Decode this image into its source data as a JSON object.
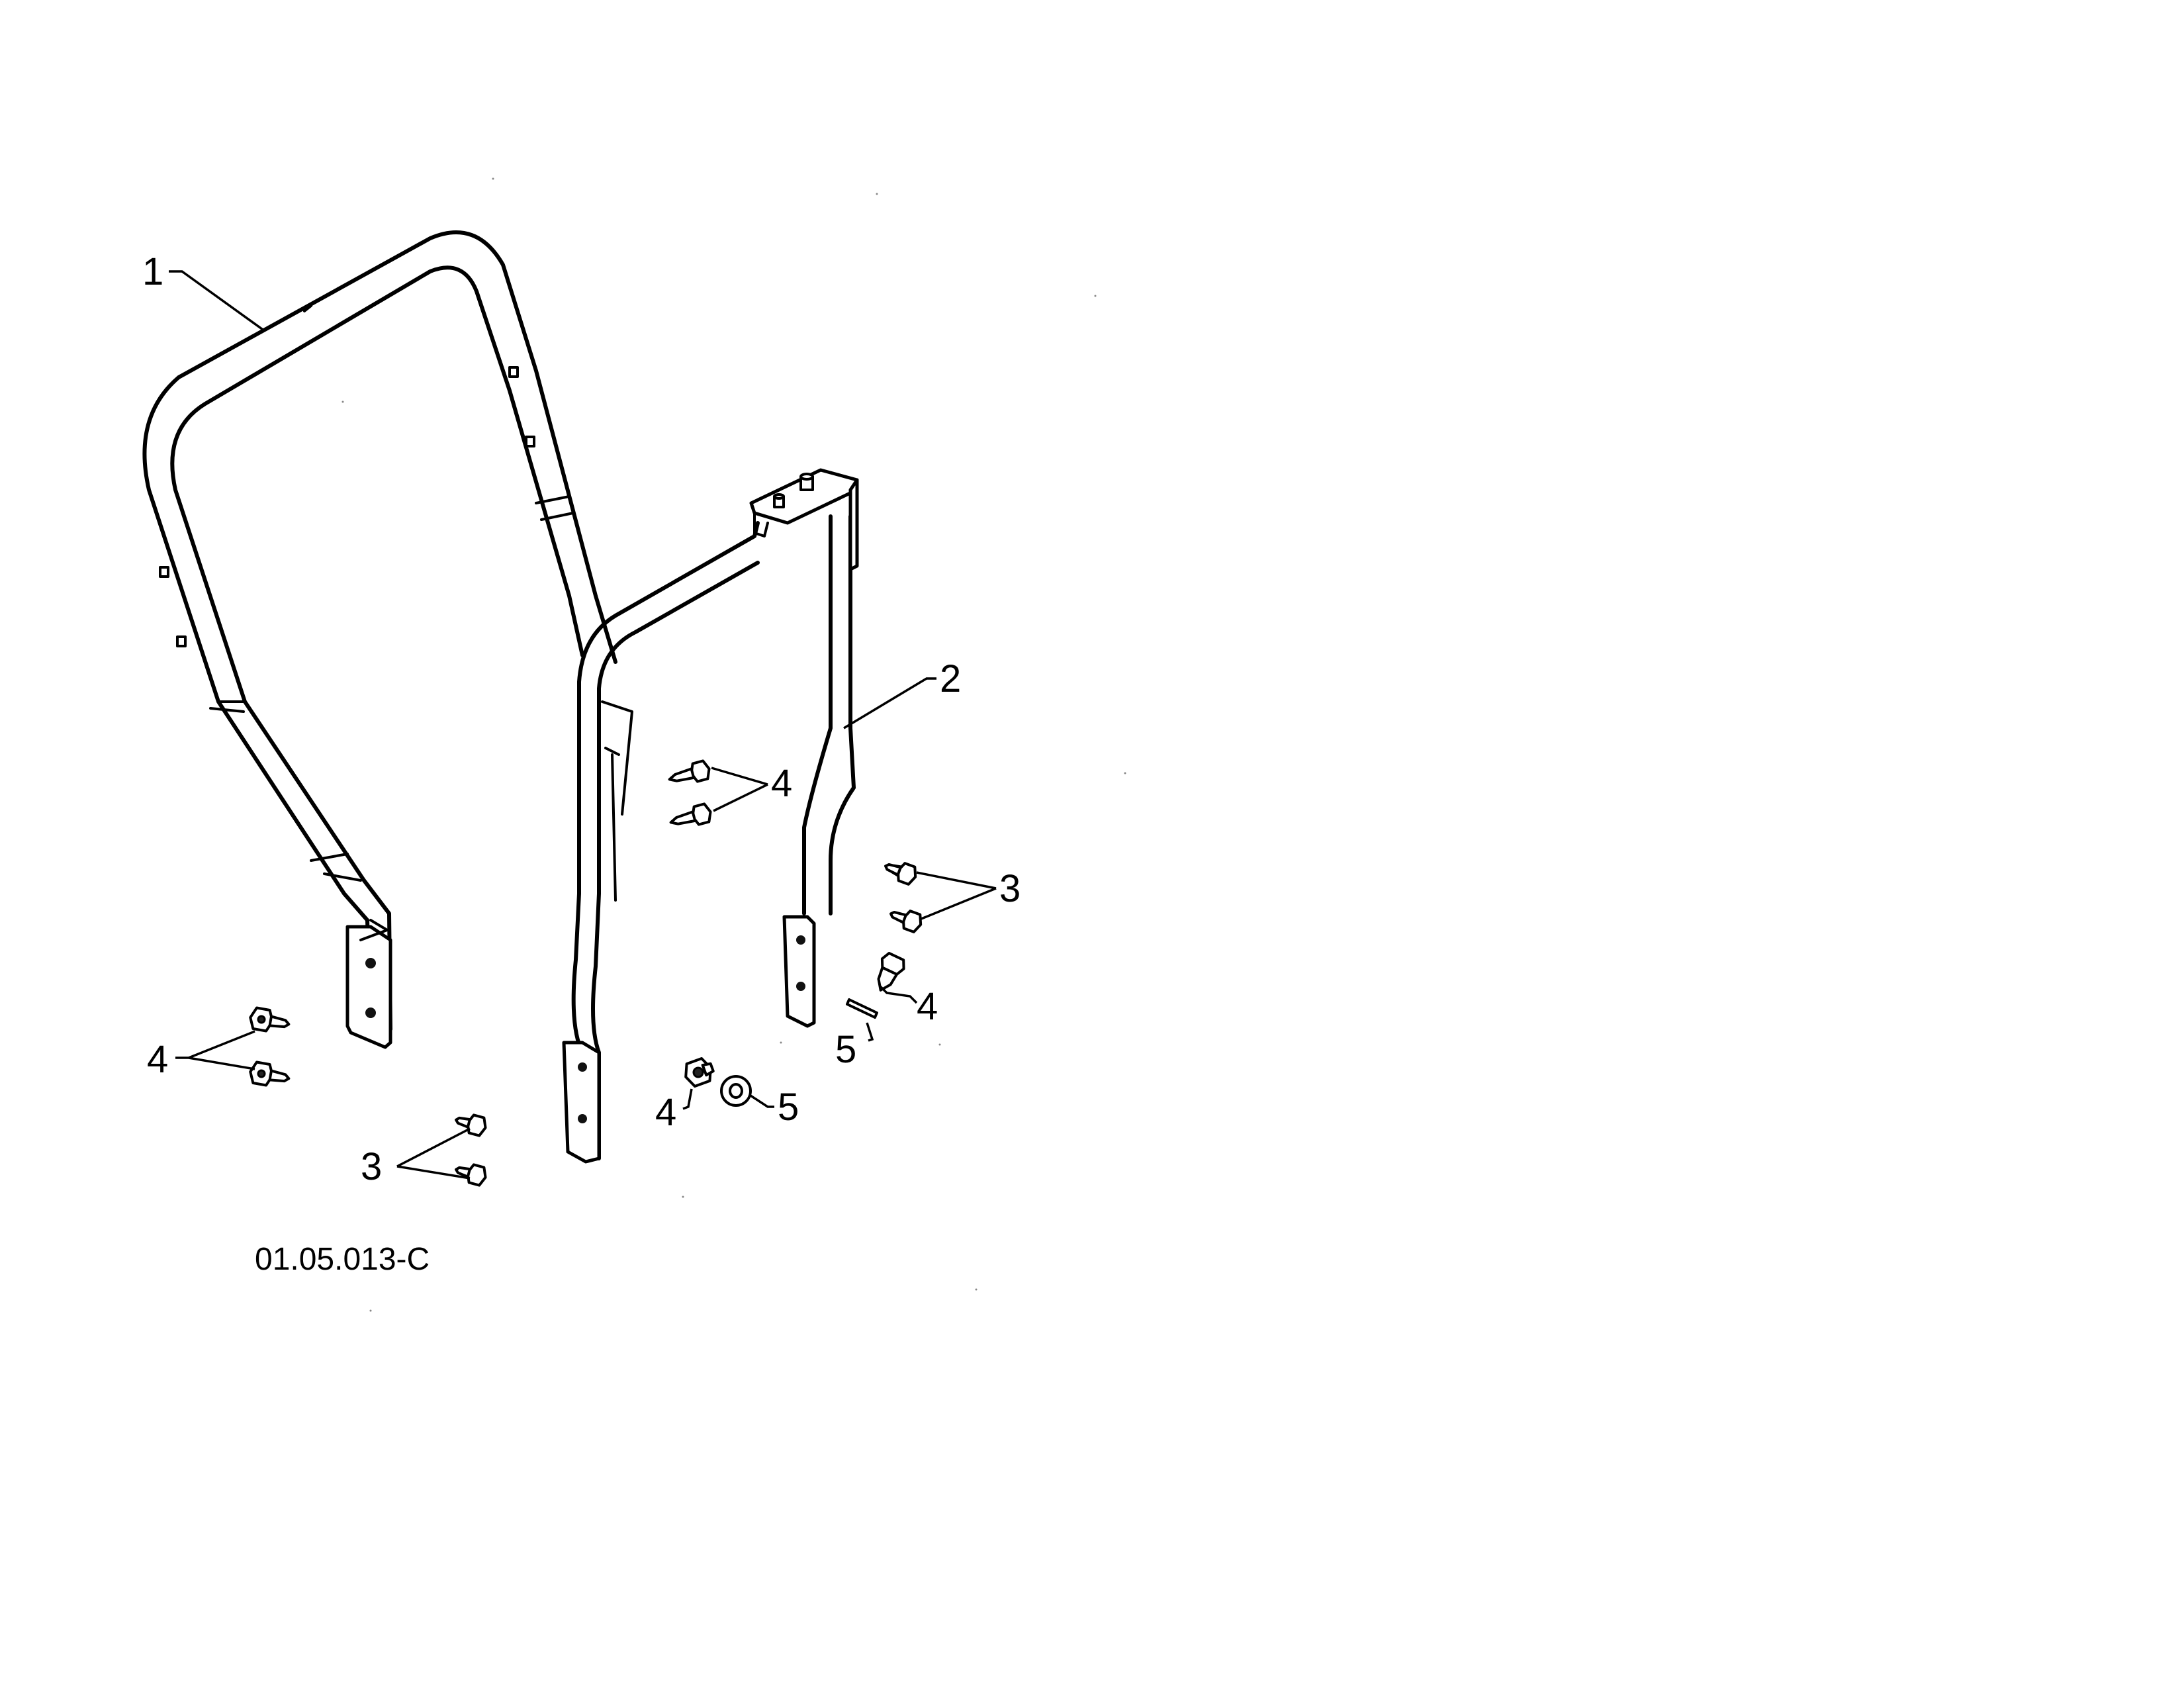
{
  "callouts": {
    "rops_upper_frame": "1",
    "rops_lower_frame": "2",
    "bolt_lower_left": "3",
    "bolt_upper_right": "3",
    "nut_left": "4",
    "bolt_center_pair": "4",
    "nut_right_cap": "4",
    "nut_bottom_center": "4",
    "pin_right": "5",
    "washer_bottom": "5"
  },
  "figure_code": "01.05.013-C",
  "colors": {
    "line": "#000000",
    "background": "#ffffff"
  }
}
